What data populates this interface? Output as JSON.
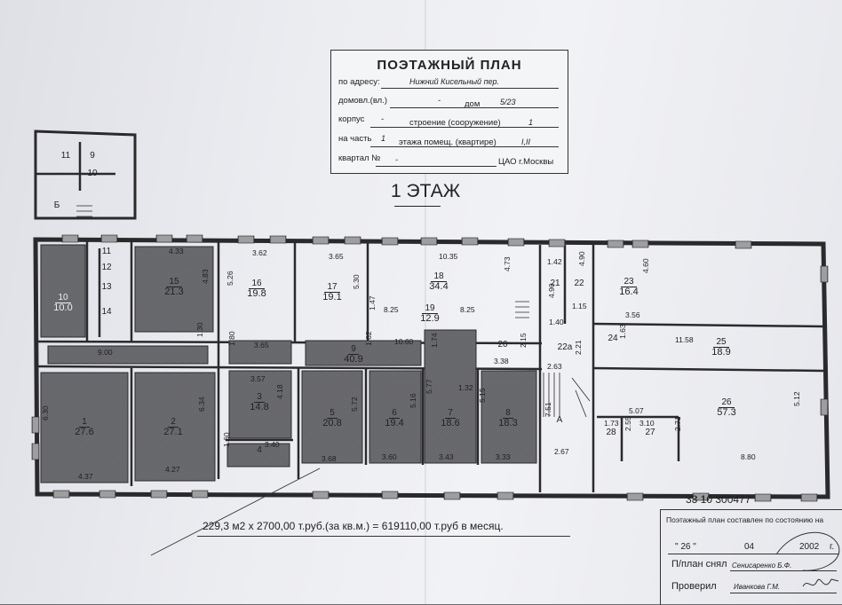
{
  "stamp": {
    "title": "ПОЭТАЖНЫЙ ПЛАН",
    "address_label": "по адресу:",
    "address_value": "Нижний Кисельный пер.",
    "domovl_label": "домовл.(вл.)",
    "domovl_value": "-",
    "dom_label": "дом",
    "dom_value": "5/23",
    "korpus_label": "корпус",
    "korpus_value": "-",
    "stroenie_label": "строение (сооружение)",
    "stroenie_value": "1",
    "chast_label": "на часть",
    "chast_value": "1",
    "etazh_label": "этажа помещ. (квартире)",
    "etazh_value": "I,II",
    "kvartal_label": "квартал №",
    "kvartal_value": "-",
    "district": "ЦАО г.Москвы"
  },
  "floor_title": "1  ЭТАЖ",
  "rooms": [
    {
      "id": "rm-1",
      "num": "1",
      "area": "27.6"
    },
    {
      "id": "rm-2",
      "num": "2",
      "area": "27.1"
    },
    {
      "id": "rm-3",
      "num": "3",
      "area": "14.8"
    },
    {
      "id": "rm-4",
      "num": "4",
      "area": ""
    },
    {
      "id": "rm-5",
      "num": "5",
      "area": "20.8"
    },
    {
      "id": "rm-6",
      "num": "6",
      "area": "19.4"
    },
    {
      "id": "rm-7",
      "num": "7",
      "area": "18.6"
    },
    {
      "id": "rm-8",
      "num": "8",
      "area": "18.3"
    },
    {
      "id": "rm-9",
      "num": "9",
      "area": "40.9"
    },
    {
      "id": "rm-10",
      "num": "10",
      "area": "10.0"
    },
    {
      "id": "rm-15",
      "num": "15",
      "area": "21.3"
    },
    {
      "id": "rm-16",
      "num": "16",
      "area": "19.8"
    },
    {
      "id": "rm-17",
      "num": "17",
      "area": "19.1"
    },
    {
      "id": "rm-18",
      "num": "18",
      "area": "34.4"
    },
    {
      "id": "rm-19",
      "num": "19",
      "area": "12.9"
    },
    {
      "id": "rm-20",
      "num": "20",
      "area": ""
    },
    {
      "id": "rm-21",
      "num": "21",
      "area": ""
    },
    {
      "id": "rm-22",
      "num": "22",
      "area": ""
    },
    {
      "id": "rm-22a",
      "num": "22a",
      "area": ""
    },
    {
      "id": "rm-23",
      "num": "23",
      "area": "16.4"
    },
    {
      "id": "rm-24",
      "num": "24",
      "area": ""
    },
    {
      "id": "rm-25",
      "num": "25",
      "area": "18.9"
    },
    {
      "id": "rm-26",
      "num": "26",
      "area": "57.3"
    },
    {
      "id": "rm-27",
      "num": "27",
      "area": ""
    },
    {
      "id": "rm-28",
      "num": "28",
      "area": ""
    },
    {
      "id": "rm-11",
      "num": "11",
      "area": ""
    },
    {
      "id": "rm-12",
      "num": "12",
      "area": ""
    },
    {
      "id": "rm-13",
      "num": "13",
      "area": ""
    },
    {
      "id": "rm-14",
      "num": "14",
      "area": ""
    },
    {
      "id": "rm-a",
      "num": "А",
      "area": ""
    },
    {
      "id": "rm-b",
      "num": "Б",
      "area": ""
    },
    {
      "id": "rm-top11",
      "num": "11",
      "area": ""
    },
    {
      "id": "rm-top9",
      "num": "9",
      "area": ""
    },
    {
      "id": "rm-top10",
      "num": "10",
      "area": ""
    }
  ],
  "dimensions": [
    {
      "id": "d-433",
      "text": "4.33"
    },
    {
      "id": "d-483",
      "text": "4.83"
    },
    {
      "id": "d-362",
      "text": "3.62"
    },
    {
      "id": "d-526",
      "text": "5.26"
    },
    {
      "id": "d-365a",
      "text": "3.65"
    },
    {
      "id": "d-530",
      "text": "5.30"
    },
    {
      "id": "d-1035",
      "text": "10.35"
    },
    {
      "id": "d-473",
      "text": "4.73"
    },
    {
      "id": "d-825a",
      "text": "8.25"
    },
    {
      "id": "d-825b",
      "text": "8.25"
    },
    {
      "id": "d-142",
      "text": "1.42"
    },
    {
      "id": "d-490a",
      "text": "4.90"
    },
    {
      "id": "d-490b",
      "text": "4.90"
    },
    {
      "id": "d-140",
      "text": "1.40"
    },
    {
      "id": "d-115",
      "text": "1.15"
    },
    {
      "id": "d-460",
      "text": "4.60"
    },
    {
      "id": "d-356",
      "text": "3.56"
    },
    {
      "id": "d-900",
      "text": "9.00"
    },
    {
      "id": "d-130",
      "text": "1.30"
    },
    {
      "id": "d-180",
      "text": "1.80"
    },
    {
      "id": "d-365b",
      "text": "3.65"
    },
    {
      "id": "d-1060",
      "text": "10.60"
    },
    {
      "id": "d-162",
      "text": "1.62"
    },
    {
      "id": "d-174",
      "text": "1.74"
    },
    {
      "id": "d-147",
      "text": "1.47"
    },
    {
      "id": "d-338",
      "text": "3.38"
    },
    {
      "id": "d-215",
      "text": "2.15"
    },
    {
      "id": "d-263",
      "text": "2.63"
    },
    {
      "id": "d-221",
      "text": "2.21"
    },
    {
      "id": "d-163",
      "text": "1.63"
    },
    {
      "id": "d-1158",
      "text": "11.58"
    },
    {
      "id": "d-630",
      "text": "6.30"
    },
    {
      "id": "d-634",
      "text": "6.34"
    },
    {
      "id": "d-357",
      "text": "3.57"
    },
    {
      "id": "d-418",
      "text": "4.18"
    },
    {
      "id": "d-572",
      "text": "5.72"
    },
    {
      "id": "d-516",
      "text": "5.16"
    },
    {
      "id": "d-577",
      "text": "5.77"
    },
    {
      "id": "d-132",
      "text": "1.32"
    },
    {
      "id": "d-515",
      "text": "5.15"
    },
    {
      "id": "d-751",
      "text": "7.51"
    },
    {
      "id": "d-507",
      "text": "5.07"
    },
    {
      "id": "d-512",
      "text": "5.12"
    },
    {
      "id": "d-173",
      "text": "1.73"
    },
    {
      "id": "d-310",
      "text": "3.10"
    },
    {
      "id": "d-255",
      "text": "2.55"
    },
    {
      "id": "d-271",
      "text": "2.71"
    },
    {
      "id": "d-340",
      "text": "3.40"
    },
    {
      "id": "d-160",
      "text": "1.60"
    },
    {
      "id": "d-437",
      "text": "4.37"
    },
    {
      "id": "d-427",
      "text": "4.27"
    },
    {
      "id": "d-368",
      "text": "3.68"
    },
    {
      "id": "d-360",
      "text": "3.60"
    },
    {
      "id": "d-343",
      "text": "3.43"
    },
    {
      "id": "d-333",
      "text": "3.33"
    },
    {
      "id": "d-267",
      "text": "2.67"
    },
    {
      "id": "d-880",
      "text": "8.80"
    }
  ],
  "inventory_number": "33 10 300477",
  "calculation": "229,3 м2 х 2700,00 т.руб.(за кв.м.) = 619110,00 т.руб в месяц.",
  "footer": {
    "state_line": "Поэтажный план составлен по состоянию на",
    "day": "\"  26  \"",
    "month": "04",
    "year": "2002",
    "year_suffix": "г.",
    "drawn_label": "П/план снял",
    "drawn_name": "Сенисаренко Б.Ф.",
    "checked_label": "Проверил",
    "checked_name": "Иванкова Г.М."
  }
}
